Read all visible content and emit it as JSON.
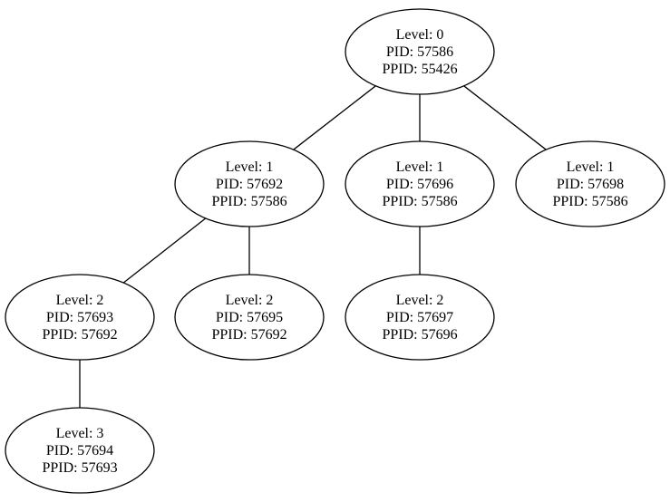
{
  "colors": {
    "background": "#ffffff",
    "stroke": "#000000",
    "text": "#000000"
  },
  "nodes": [
    {
      "id": "n57586",
      "lines": [
        "Level: 0",
        "PID: 57586",
        "PPID: 55426"
      ]
    },
    {
      "id": "n57692",
      "lines": [
        "Level: 1",
        "PID: 57692",
        "PPID: 57586"
      ]
    },
    {
      "id": "n57696",
      "lines": [
        "Level: 1",
        "PID: 57696",
        "PPID: 57586"
      ]
    },
    {
      "id": "n57698",
      "lines": [
        "Level: 1",
        "PID: 57698",
        "PPID: 57586"
      ]
    },
    {
      "id": "n57693",
      "lines": [
        "Level: 2",
        "PID: 57693",
        "PPID: 57692"
      ]
    },
    {
      "id": "n57695",
      "lines": [
        "Level: 2",
        "PID: 57695",
        "PPID: 57692"
      ]
    },
    {
      "id": "n57697",
      "lines": [
        "Level: 2",
        "PID: 57697",
        "PPID: 57696"
      ]
    },
    {
      "id": "n57694",
      "lines": [
        "Level: 3",
        "PID: 57694",
        "PPID: 57693"
      ]
    }
  ],
  "edges": [
    {
      "from": "n57586",
      "to": "n57692"
    },
    {
      "from": "n57586",
      "to": "n57696"
    },
    {
      "from": "n57586",
      "to": "n57698"
    },
    {
      "from": "n57692",
      "to": "n57693"
    },
    {
      "from": "n57692",
      "to": "n57695"
    },
    {
      "from": "n57696",
      "to": "n57697"
    },
    {
      "from": "n57693",
      "to": "n57694"
    }
  ]
}
